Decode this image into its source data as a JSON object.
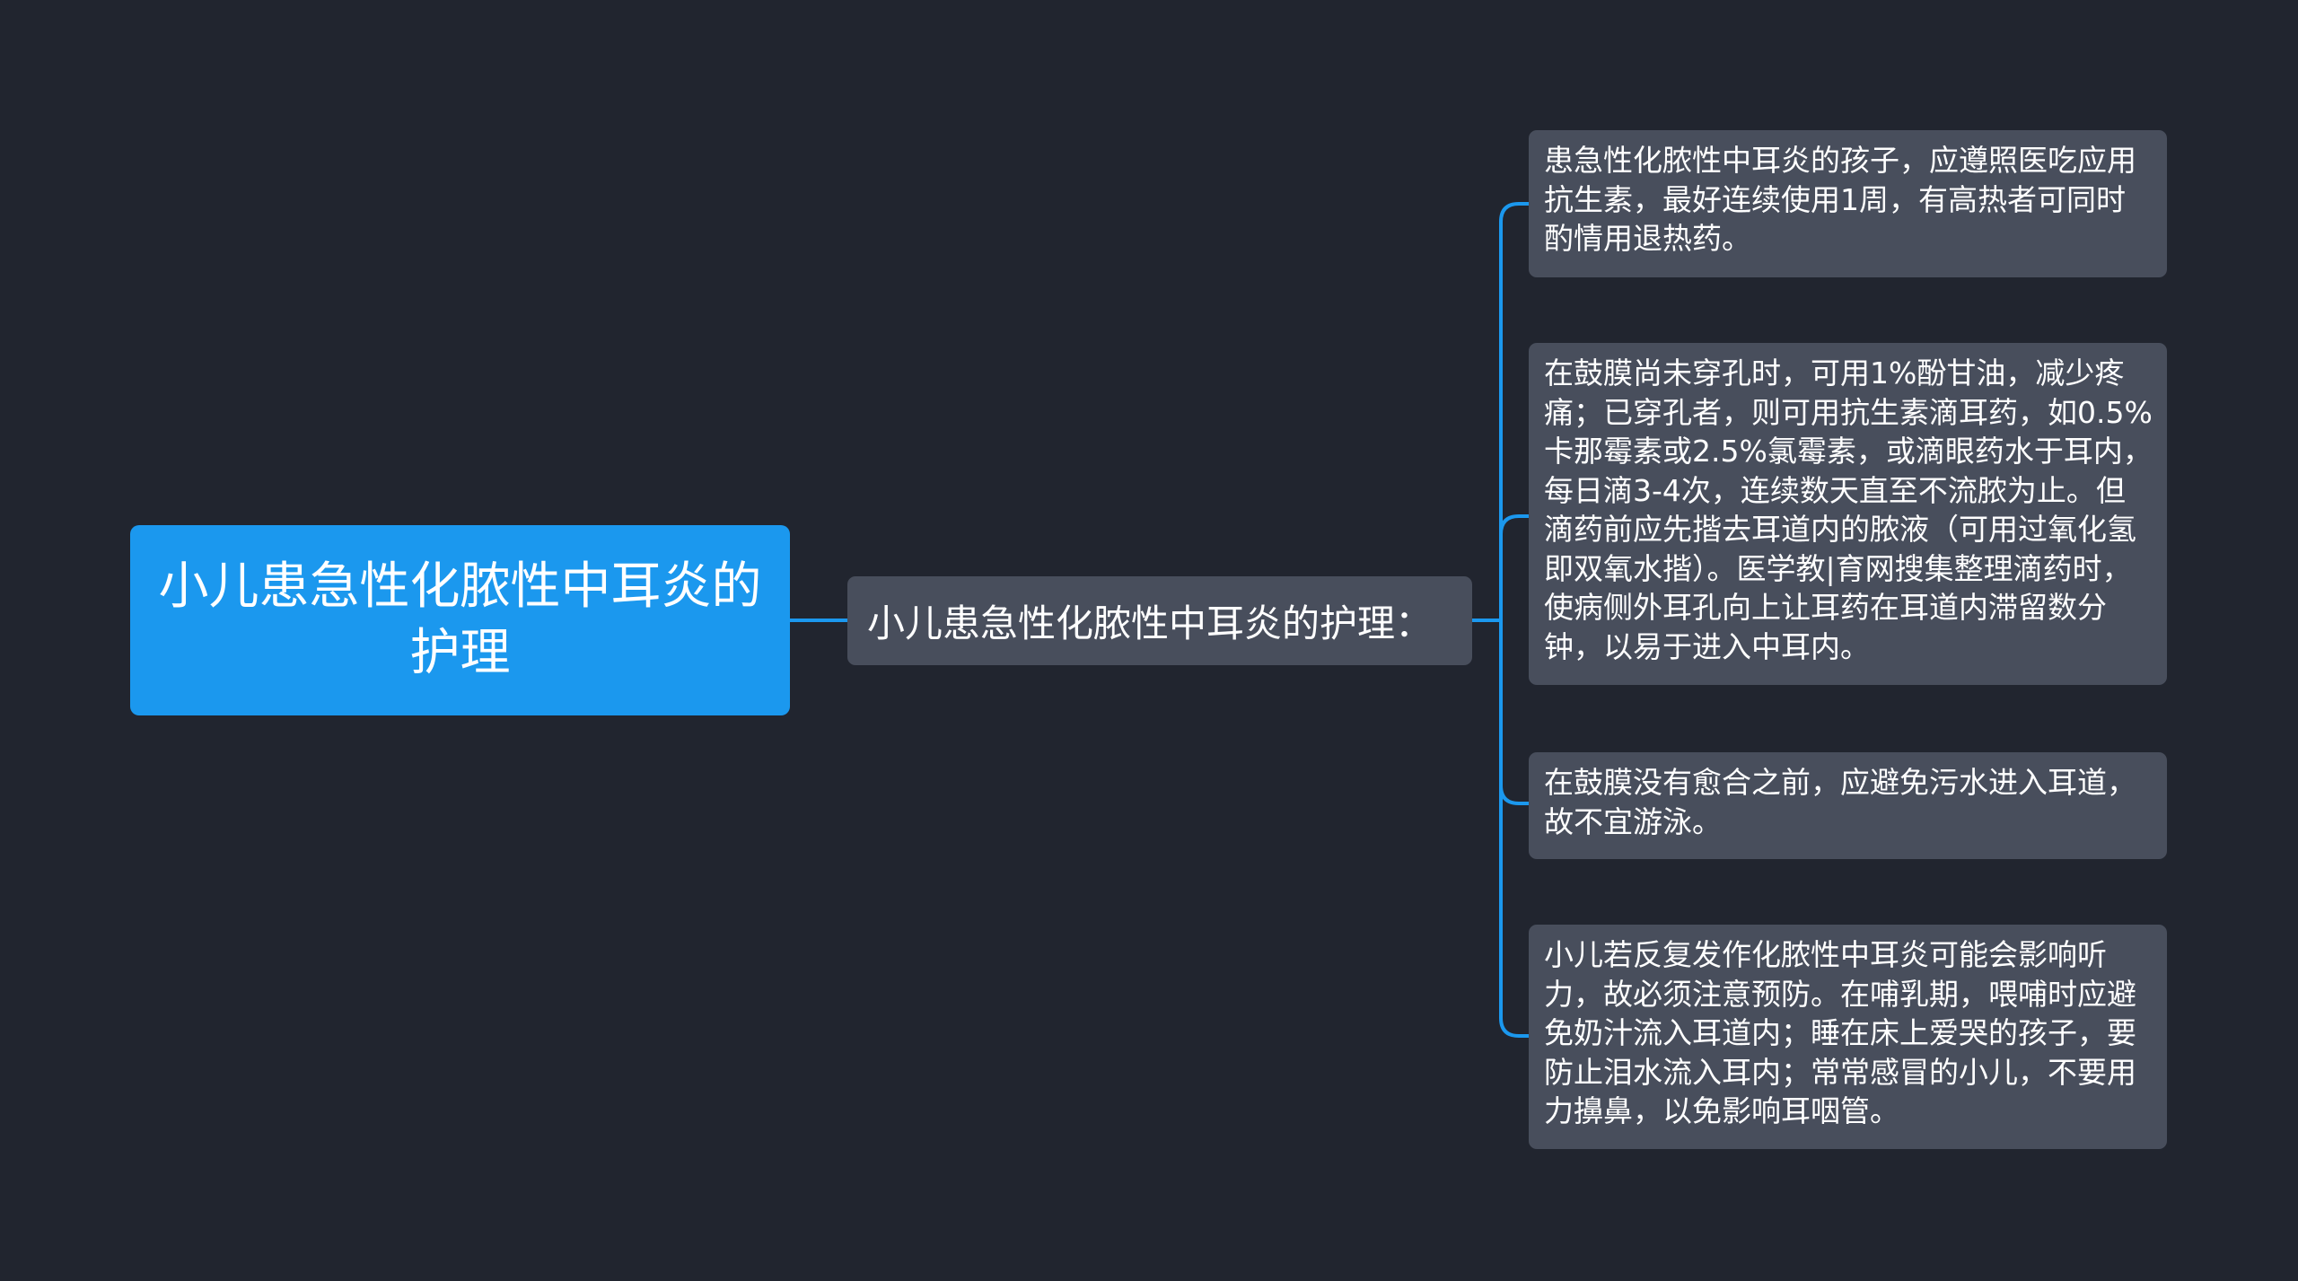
{
  "root": {
    "label": "小儿患急性化脓性中耳炎的护理"
  },
  "branch": {
    "label": "小儿患急性化脓性中耳炎的护理："
  },
  "leaves": [
    {
      "text": "患急性化脓性中耳炎的孩子，应遵照医吃应用抗生素，最好连续使用1周，有高热者可同时酌情用退热药。"
    },
    {
      "text": "在鼓膜尚未穿孔时，可用1%酚甘油，减少疼痛；已穿孔者，则可用抗生素滴耳药，如0.5%卡那霉素或2.5%氯霉素，或滴眼药水于耳内，每日滴3-4次，连续数天直至不流脓为止。但滴药前应先揩去耳道内的脓液（可用过氧化氢即双氧水揩）。医学教|育网搜集整理滴药时，使病侧外耳孔向上让耳药在耳道内滞留数分钟，以易于进入中耳内。"
    },
    {
      "text": "在鼓膜没有愈合之前，应避免污水进入耳道，故不宜游泳。"
    },
    {
      "text": "小儿若反复发作化脓性中耳炎可能会影响听力，故必须注意预防。在哺乳期，喂哺时应避免奶汁流入耳道内；睡在床上爱哭的孩子，要防止泪水流入耳内；常常感冒的小儿，不要用力擤鼻，以免影响耳咽管。"
    }
  ],
  "colors": {
    "background": "#21252f",
    "root": "#1b98ee",
    "node": "#484e5c",
    "link": "#1b98ee"
  }
}
